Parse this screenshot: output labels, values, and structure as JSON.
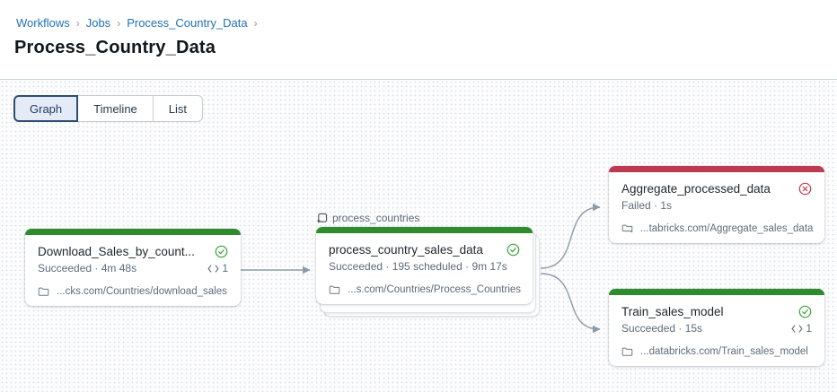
{
  "breadcrumb": {
    "items": [
      "Workflows",
      "Jobs",
      "Process_Country_Data"
    ],
    "separator": "›"
  },
  "page": {
    "title": "Process_Country_Data"
  },
  "tabs": [
    {
      "label": "Graph",
      "active": true
    },
    {
      "label": "Timeline",
      "active": false
    },
    {
      "label": "List",
      "active": false
    }
  ],
  "graph": {
    "nodes": [
      {
        "id": "download",
        "title": "Download_Sales_by_count...",
        "state": "success",
        "status_line": "Succeeded · 4m 48s",
        "cluster_count": "1",
        "path": "...cks.com/Countries/download_sales"
      },
      {
        "id": "process",
        "title": "process_country_sales_data",
        "state": "success",
        "status_line": "Succeeded · 195 scheduled · 9m 17s",
        "path": "...s.com/Countries/Process_Countries",
        "loop_label": "process_countries",
        "stacked": true
      },
      {
        "id": "aggregate",
        "title": "Aggregate_processed_data",
        "state": "failed",
        "status_line": "Failed · 1s",
        "path": "...tabricks.com/Aggregate_sales_data"
      },
      {
        "id": "train",
        "title": "Train_sales_model",
        "state": "success",
        "status_line": "Succeeded · 15s",
        "cluster_count": "1",
        "path": "...databricks.com/Train_sales_model"
      }
    ],
    "edges": [
      {
        "from": "download",
        "to": "process"
      },
      {
        "from": "process",
        "to": "aggregate"
      },
      {
        "from": "process",
        "to": "train"
      }
    ]
  },
  "colors": {
    "link": "#2272b4",
    "success": "#2e8b2e",
    "failed": "#be3a50",
    "success-icon": "#3aa03a",
    "failed-icon": "#c43a4e",
    "edge": "#8d9ba9"
  }
}
